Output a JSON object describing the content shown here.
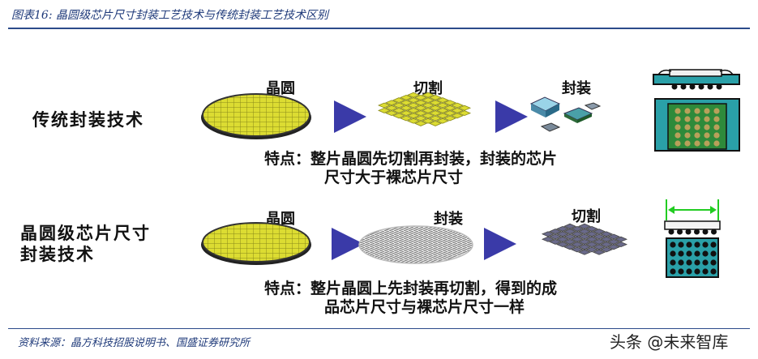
{
  "header": {
    "title": "图表16: 晶圆级芯片尺寸封装工艺技术与传统封装工艺技术区别"
  },
  "traditional": {
    "title": "传统封装技术",
    "steps": [
      "晶圆",
      "切割",
      "封装"
    ],
    "feature_line1": "特点：整片晶圆先切割再封装，封装的芯片",
    "feature_line2": "尺寸大于裸芯片尺寸"
  },
  "wlcsp": {
    "title_line1": "晶圆级芯片尺寸",
    "title_line2": "封装技术",
    "steps": [
      "晶圆",
      "封装",
      "切割"
    ],
    "feature_line1": "特点：整片晶圆上先封装再切割，得到的成",
    "feature_line2": "品芯片尺寸与裸芯片尺寸一样"
  },
  "footer": {
    "source": "资料来源：晶方科技招股说明书、国盛证券研究所",
    "watermark": "头条 @未来智库"
  },
  "colors": {
    "wafer_fill": "#dcdc32",
    "wafer_grid": "#8a8a1a",
    "arrow": "#3a3aa8",
    "header_text": "#1f3a7a",
    "rule": "#2b4a8a",
    "package_green": "#2e8a3a",
    "package_teal": "#2aa0a8",
    "die_gray": "#6a6a7a",
    "dimension_green": "#22cc22"
  }
}
